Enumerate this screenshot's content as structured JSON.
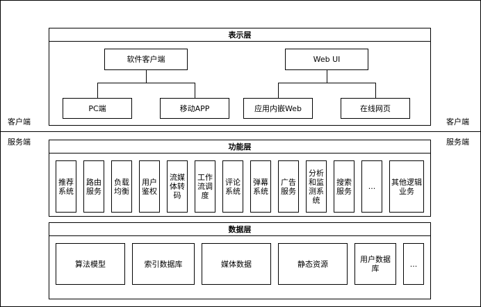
{
  "side_labels": {
    "client_left": "客户端",
    "client_right": "客户端",
    "server_left": "服务端",
    "server_right": "服务端"
  },
  "presentation_layer": {
    "title": "表示层",
    "software_client": "软件客户端",
    "web_ui": "Web UI",
    "pc_client": "PC端",
    "mobile_app": "移动APP",
    "embedded_web": "应用内嵌Web",
    "online_page": "在线网页"
  },
  "function_layer": {
    "title": "功能层",
    "items": [
      "推荐系统",
      "路由服务",
      "负载均衡",
      "用户鉴权",
      "流媒体转码",
      "工作流调度",
      "评论系统",
      "弹幕系统",
      "广告服务",
      "分析和监测系统",
      "搜索服务",
      "...",
      "其他逻辑业务"
    ]
  },
  "data_layer": {
    "title": "数据层",
    "items": [
      "算法模型",
      "索引数据库",
      "媒体数据",
      "静态资源",
      "用户数据库",
      "..."
    ]
  }
}
